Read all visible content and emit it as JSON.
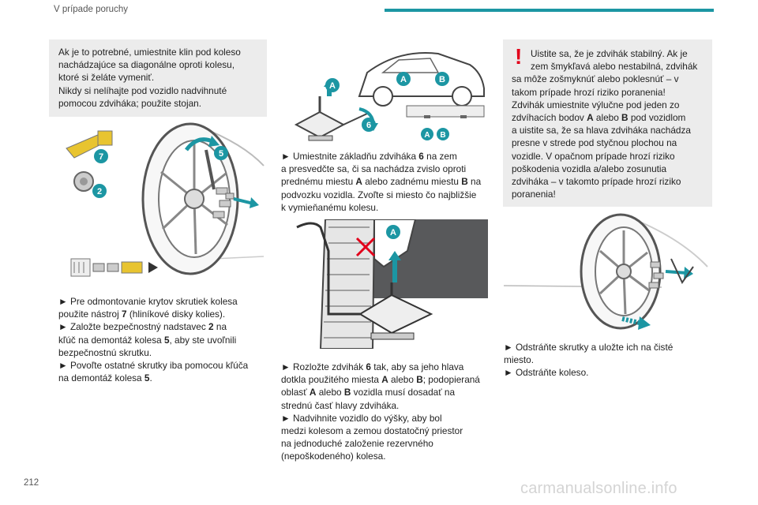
{
  "header": {
    "section_title": "V prípade poruchy",
    "accent_color": "#1c96a3"
  },
  "page_number": "212",
  "watermark": "carmanualsonline.info",
  "col1": {
    "note_lines": [
      "Ak je to potrebné, umiestnite klin pod koleso",
      "nachádzajúce sa diagonálne oproti kolesu,",
      "ktoré si želáte vymeniť.",
      "Nikdy si nelíhajte pod vozidlo nadvihnuté",
      "pomocou zdviháka; použite stojan."
    ],
    "illustration_labels": [
      "7",
      "2",
      "5"
    ],
    "step_lines": [
      "► Pre odmontovanie krytov skrutiek kolesa",
      "použite nástroj ",
      "7",
      " (hliníkové disky kolies).",
      "► Založte bezpečnostný nadstavec ",
      "2",
      " na",
      "kľúč na demontáž kolesa ",
      "5",
      ", aby ste uvoľnili",
      "bezpečnostnú skrutku.",
      "► Povoľte ostatné skrutky iba pomocou kľúča",
      "na demontáž kolesa ",
      "5",
      "."
    ]
  },
  "col2": {
    "illustration1_labels": [
      "A",
      "A",
      "B",
      "6",
      "A",
      "B"
    ],
    "para1": [
      "► Umiestnite základňu zdviháka ",
      "6",
      " na zem",
      "a presvedčte sa, či sa nachádza zvislo oproti",
      "prednému miestu ",
      "A",
      " alebo zadnému miestu ",
      "B",
      " na",
      "podvozku vozidla. Zvoľte si miesto čo najbližšie",
      "k vymieňanému kolesu."
    ],
    "illustration2_labels": [
      "A"
    ],
    "para2": [
      "► Rozložte zdvihák ",
      "6",
      " tak, aby sa jeho hlava",
      "dotkla použitého miesta ",
      "A",
      " alebo ",
      "B",
      "; podopieraná",
      "oblasť ",
      "A",
      " alebo ",
      "B",
      " vozidla musí dosadať na",
      "strednú časť hlavy zdviháka.",
      "► Nadvihnite vozidlo do výšky, aby bol",
      "medzi kolesom a zemou dostatočný priestor",
      "na jednoduché založenie rezervného",
      "(nepoškodeného) kolesa."
    ]
  },
  "col3": {
    "warning_symbol": "!",
    "warning_lines": [
      "Uistite sa, že je zdvihák stabilný. Ak je",
      "zem šmykľavá alebo nestabilná, zdvihák",
      "sa môže zošmyknúť alebo poklesnúť – v",
      "takom prípade hrozí riziko poranenia!",
      "Zdvihák umiestnite výlučne pod jeden zo",
      "zdvíhacích bodov ",
      "A",
      " alebo ",
      "B",
      " pod vozidlom",
      "a uistite sa, že sa hlava zdviháka nachádza",
      "presne v strede pod styčnou plochou na",
      "vozidle. V opačnom prípade hrozí riziko",
      "poškodenia vozidla a/alebo zosunutia",
      "zdviháka – v takomto prípade hrozí riziko",
      "poranenia!"
    ],
    "step_lines": [
      "► Odstráňte skrutky a uložte ich na čisté",
      "miesto.",
      "► Odstráňte koleso."
    ]
  }
}
